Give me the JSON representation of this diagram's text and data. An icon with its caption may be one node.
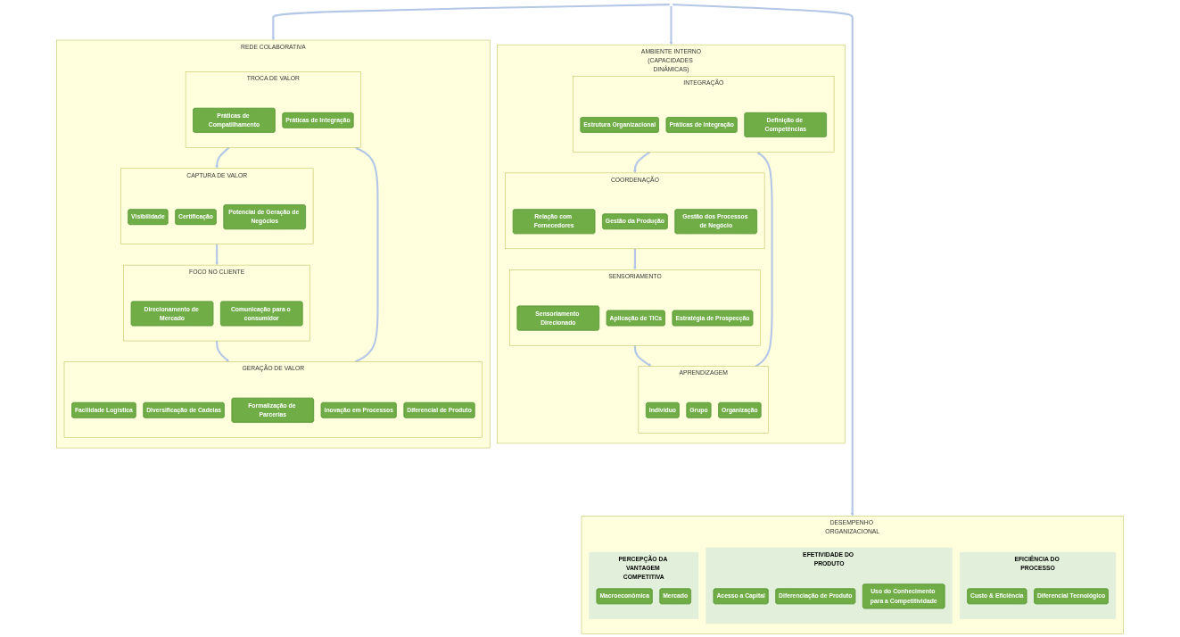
{
  "diagram": {
    "nodes": [
      {
        "text": [
          "AMBIENTE INTERNO",
          "(CAPACIDADES DINÂMICAS)"
        ]
      },
      {
        "text": [
          "SENSORIAMENTO"
        ],
        "in": 0
      },
      {
        "text": [
          "Sensoriamento Direcionado"
        ],
        "in": 1
      },
      {
        "text": [
          "Aplicação de TICs"
        ],
        "in": 1
      },
      {
        "text": [
          "Estratégia de Prospecção"
        ],
        "in": 1
      },
      {
        "text": [
          "COORDENAÇÃO"
        ],
        "in": 0
      },
      {
        "text": [
          "Relação com Fornecedores"
        ],
        "in": 5
      },
      {
        "text": [
          "Gestão da Produção"
        ],
        "in": 5
      },
      {
        "text": [
          "Gestão dos Processos de Negócio"
        ],
        "in": 5
      },
      {
        "text": [
          "APRENDIZAGEM"
        ],
        "in": 0
      },
      {
        "text": [
          "Indivíduo"
        ],
        "in": 9
      },
      {
        "text": [
          "Grupo"
        ],
        "in": 9
      },
      {
        "text": [
          "Organização"
        ],
        "in": 9
      },
      {
        "text": [
          "INTEGRAÇÃO"
        ],
        "in": 0
      },
      {
        "text": [
          "Estrutura Organizacional"
        ],
        "in": 13
      },
      {
        "text": [
          "Práticas de Integração"
        ],
        "in": 13
      },
      {
        "text": [
          "Definição de Competências"
        ],
        "in": 13
      },
      {
        "text": [
          "REDE COLABORATIVA"
        ]
      },
      {
        "text": [
          "FOCO NO CLIENTE"
        ],
        "in": 17
      },
      {
        "text": [
          "Direcionamento de Mercado"
        ],
        "in": 18
      },
      {
        "text": [
          "Comunicação para o consumidor"
        ],
        "in": 18
      },
      {
        "text": [
          "CAPTURA DE VALOR"
        ],
        "in": 17
      },
      {
        "text": [
          "Visibilidade"
        ],
        "in": 21
      },
      {
        "text": [
          "Certificação"
        ],
        "in": 21
      },
      {
        "text": [
          "Potencial de Geração de Negócios"
        ],
        "in": 21
      },
      {
        "text": [
          "GERAÇÃO DE VALOR"
        ],
        "in": 17
      },
      {
        "text": [
          "Facilidade Logística"
        ],
        "in": 25
      },
      {
        "text": [
          "Diversificação de Cadeias"
        ],
        "in": 25
      },
      {
        "text": [
          "Formalização de Parcerias"
        ],
        "in": 25
      },
      {
        "text": [
          "Inovação em Processos"
        ],
        "in": 25
      },
      {
        "text": [
          "Diferencial de Produto"
        ],
        "in": 25
      },
      {
        "text": [
          "TROCA DE VALOR"
        ],
        "in": 17
      },
      {
        "text": [
          "Práticas de Compatilhamento"
        ],
        "in": 31
      },
      {
        "text": [
          "Práticas de Integração"
        ],
        "in": 31
      },
      {
        "text": [
          "DESEMPENHO ORGANIZACIONAL"
        ]
      },
      {
        "text": [
          "EFICIÊNCIA DO PROCESSO"
        ],
        "in": 34
      },
      {
        "text": [
          "Custo & Eficiência"
        ],
        "in": 35
      },
      {
        "text": [
          "Diferencial Tecnológico"
        ],
        "in": 35
      },
      {
        "text": [
          "EFETIVIDADE DO PRODUTO"
        ],
        "in": 34
      },
      {
        "text": [
          "Acesso a Capital"
        ],
        "in": 38
      },
      {
        "text": [
          "Diferenciação de Produto"
        ],
        "in": 38
      },
      {
        "text": [
          "Uso do Conhecimento para a Competitividade"
        ],
        "in": 38
      },
      {
        "text": [
          "PERCEPÇÃO DA VANTAGEM COMPETITIVA"
        ],
        "in": 34
      },
      {
        "text": [
          "Macroeconômica"
        ],
        "in": 42
      },
      {
        "text": [
          "Mercado"
        ],
        "in": 42
      }
    ],
    "edges": [
      {
        "from": 1,
        "to": 9,
        "arrow": "to"
      },
      {
        "from": 9,
        "to": 13,
        "arrow": "to"
      },
      {
        "from": 13,
        "to": 5,
        "arrow": "to"
      },
      {
        "from": 5,
        "to": 1,
        "arrow": "to"
      },
      {
        "from": 18,
        "to": 25,
        "arrow": "to"
      },
      {
        "from": 25,
        "to": 31,
        "arrow": "to"
      },
      {
        "from": 31,
        "to": 21,
        "arrow": "to"
      },
      {
        "from": 21,
        "to": 18,
        "arrow": "to"
      },
      {
        "from": null,
        "to": 0,
        "arrow": "to"
      },
      {
        "from": null,
        "to": 17,
        "arrow": "to"
      },
      {
        "from": null,
        "to": 34,
        "arrow": "to"
      }
    ]
  }
}
